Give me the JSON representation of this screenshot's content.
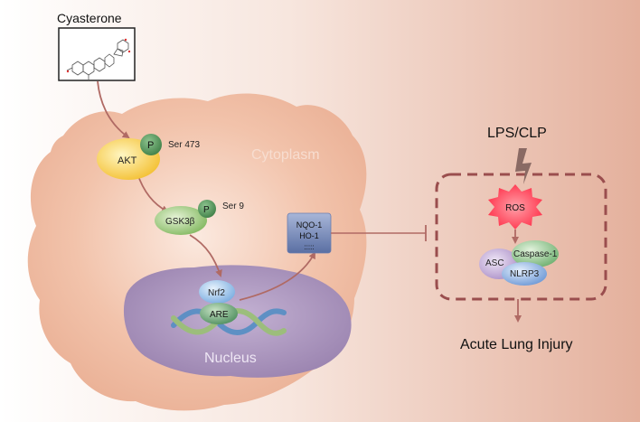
{
  "compound": {
    "name": "Cyasterone"
  },
  "compartments": {
    "cytoplasm": "Cytoplasm",
    "nucleus": "Nucleus"
  },
  "proteins": {
    "akt": "AKT",
    "akt_phospho": "P",
    "akt_site": "Ser 473",
    "gsk3b": "GSK3β",
    "gsk3b_phospho": "P",
    "gsk3b_site": "Ser 9",
    "nrf2": "Nrf2",
    "are": "ARE"
  },
  "targets": {
    "line1": "NQO-1",
    "line2": "HO-1",
    "line3": ":::::"
  },
  "stimulus": {
    "label": "LPS/CLP"
  },
  "inflammasome": {
    "ros": "ROS",
    "asc": "ASC",
    "caspase": "Caspase-1",
    "nlrp3": "NLRP3"
  },
  "outcome": {
    "label": "Acute Lung Injury"
  },
  "colors": {
    "background_left": "#ffffff",
    "background_right": "#e6b5a2",
    "cell": "#efb89e",
    "nucleus": "#a68fb8",
    "akt": "#f6c63a",
    "phospho": "#55945a",
    "gsk3b": "#8fc46e",
    "nrf2": "#8fbde8",
    "are": "#5d9b6a",
    "target_box": "#6f84b5",
    "ros": "#ff3b52",
    "asc": "#b59ccf",
    "caspase": "#7ec07e",
    "nlrp3": "#7fa6dc",
    "arrow": "#b06a64",
    "dashed_box": "#9a4e4e"
  }
}
